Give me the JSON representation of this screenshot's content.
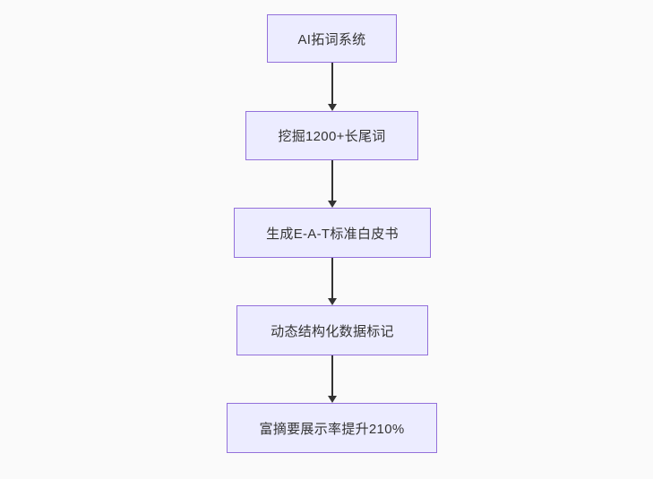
{
  "diagram": {
    "type": "flowchart-top-down",
    "background_color": "#fafafa",
    "node_fill_color": "#ECECFF",
    "node_border_color": "#9370DB",
    "edge_color": "#333333",
    "text_color": "#333333",
    "nodes": [
      {
        "id": "A",
        "label": "AI拓词系统"
      },
      {
        "id": "B",
        "label": "挖掘1200+长尾词"
      },
      {
        "id": "C",
        "label": "生成E-A-T标准白皮书"
      },
      {
        "id": "D",
        "label": "动态结构化数据标记"
      },
      {
        "id": "E",
        "label": "富摘要展示率提升210%"
      }
    ],
    "edges": [
      {
        "from": "AI拓词系统",
        "to": "挖掘1200+长尾词"
      },
      {
        "from": "挖掘1200+长尾词",
        "to": "生成E-A-T标准白皮书"
      },
      {
        "from": "生成E-A-T标准白皮书",
        "to": "动态结构化数据标记"
      },
      {
        "from": "动态结构化数据标记",
        "to": "富摘要展示率提升210%"
      }
    ]
  }
}
